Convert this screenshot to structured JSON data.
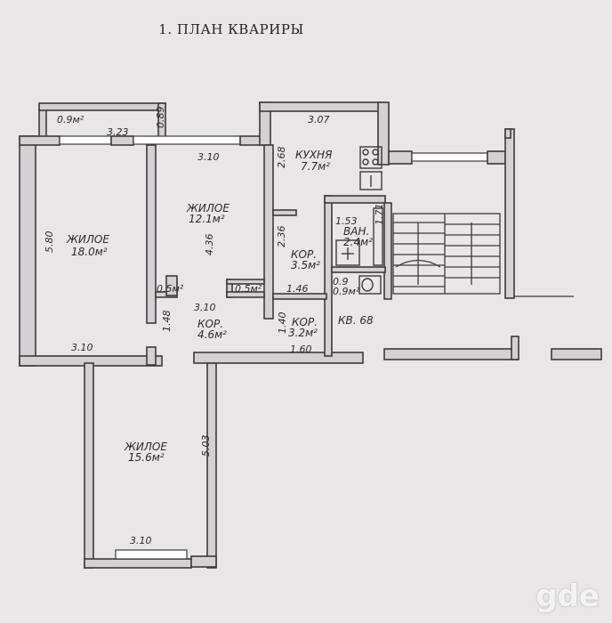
{
  "title": "1. ПЛАН КВАРИРЫ",
  "apartment": "КВ. 68",
  "rooms": {
    "balcony": {
      "area": "0.9м²",
      "width": "3.23",
      "depth": "0.89"
    },
    "living_left": {
      "name": "ЖИЛОЕ",
      "area": "18.0м²",
      "length": "5.80",
      "width": "3.10"
    },
    "living_center": {
      "name": "ЖИЛОЕ",
      "area": "12.1м²",
      "width": "3.10",
      "length": "4.36",
      "bottom": "3.10"
    },
    "kitchen": {
      "name": "КУХНЯ",
      "area": "7.7м²",
      "width": "3.07",
      "length": "2.68"
    },
    "bath": {
      "name": "ВАН.",
      "area": "2.4м²",
      "width": "1.53",
      "length": "1.71"
    },
    "corridor_small": {
      "name": "КОР.",
      "area": "3.5м²",
      "length": "2.36",
      "width": "1.46"
    },
    "wc": {
      "area": "0.9м²",
      "label": "0.9"
    },
    "closet_left": {
      "area": "0.5м²"
    },
    "closet_right": {
      "area": "0.5м²"
    },
    "corridor_main": {
      "name": "КОР.",
      "area": "4.6м²",
      "side": "1.48"
    },
    "corridor_entry": {
      "name": "КОР.",
      "area": "3.2м²",
      "side": "1.40",
      "width": "1.60"
    },
    "living_bottom": {
      "name": "ЖИЛОЕ",
      "area": "15.6м²",
      "length": "5.03",
      "width": "3.10"
    }
  },
  "watermark": "gde"
}
